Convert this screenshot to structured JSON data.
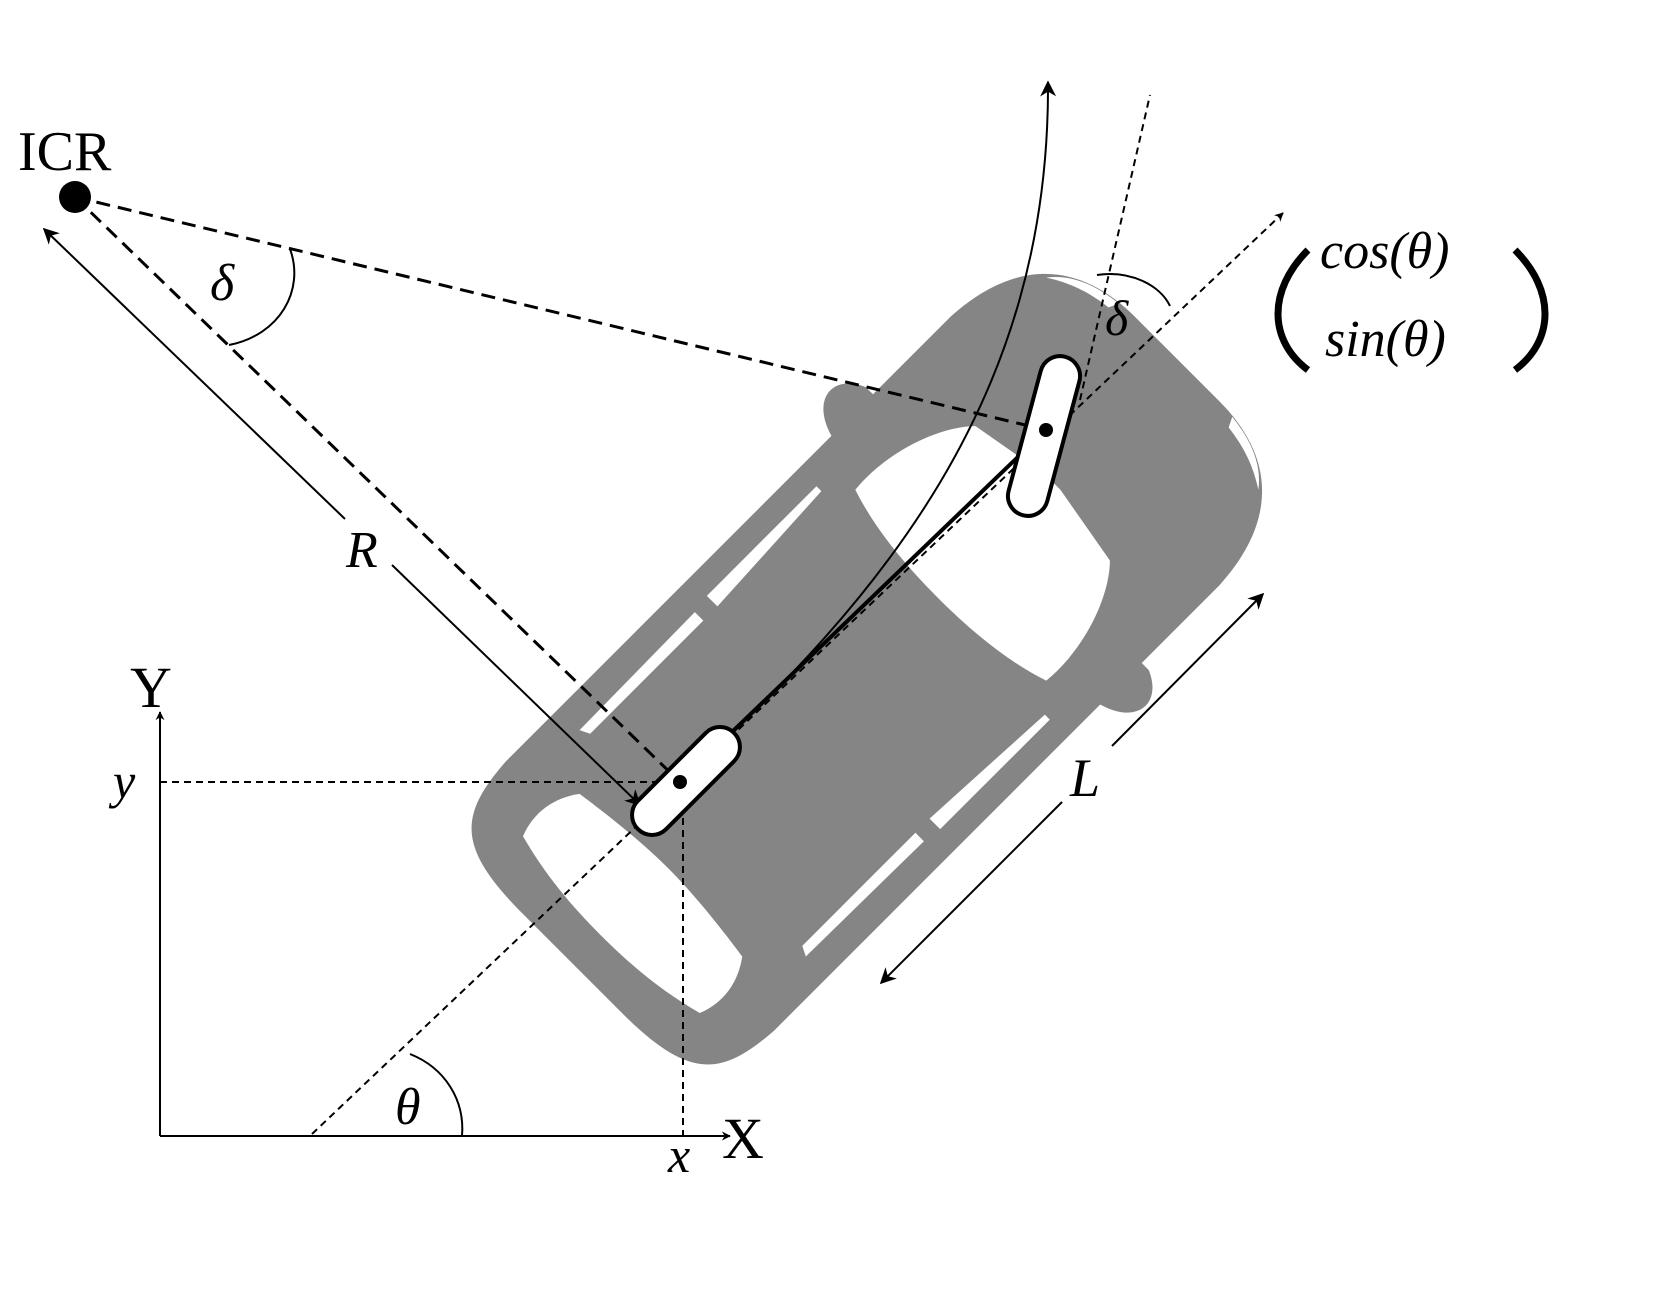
{
  "labels": {
    "icr": "ICR",
    "delta_icr": "δ",
    "delta_wheel": "δ",
    "radius": "R",
    "axis_y": "Y",
    "axis_x": "X",
    "coord_y": "y",
    "coord_x": "x",
    "theta": "θ",
    "wheelbase": "L",
    "vec_top": "cos(θ)",
    "vec_bottom": "sin(θ)"
  },
  "colors": {
    "car_body": "#858585",
    "windows": "#ffffff",
    "lines": "#000000",
    "background": "#ffffff"
  }
}
